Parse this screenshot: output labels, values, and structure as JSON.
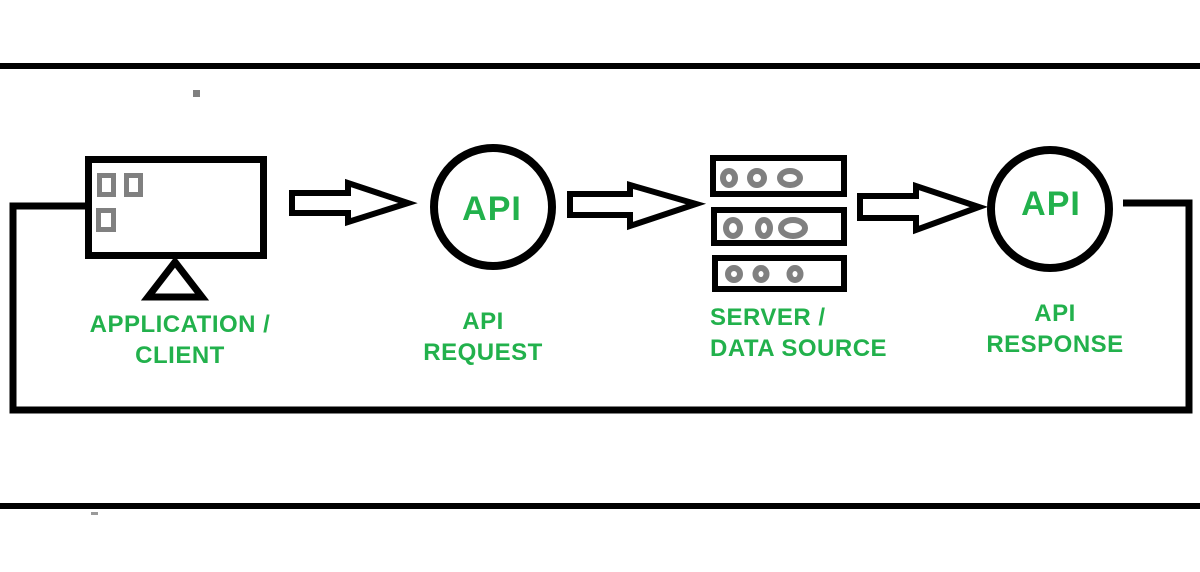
{
  "colors": {
    "accent_green": "#22b14c",
    "line_black": "#000000",
    "icon_gray": "#808080"
  },
  "diagram": {
    "client": {
      "icon": "monitor-icon",
      "label_line1": "APPLICATION /",
      "label_line2": "CLIENT"
    },
    "request": {
      "icon": "circle-node-icon",
      "node_text": "API",
      "label_line1": "API",
      "label_line2": "REQUEST"
    },
    "server": {
      "icon": "server-stack-icon",
      "label_line1": "SERVER /",
      "label_line2": "DATA SOURCE"
    },
    "response": {
      "icon": "circle-node-icon",
      "node_text": "API",
      "label_line1": "API",
      "label_line2": "RESPONSE"
    },
    "connectors": {
      "forward": "arrow-right-icon",
      "return": "return-loop-line"
    }
  }
}
